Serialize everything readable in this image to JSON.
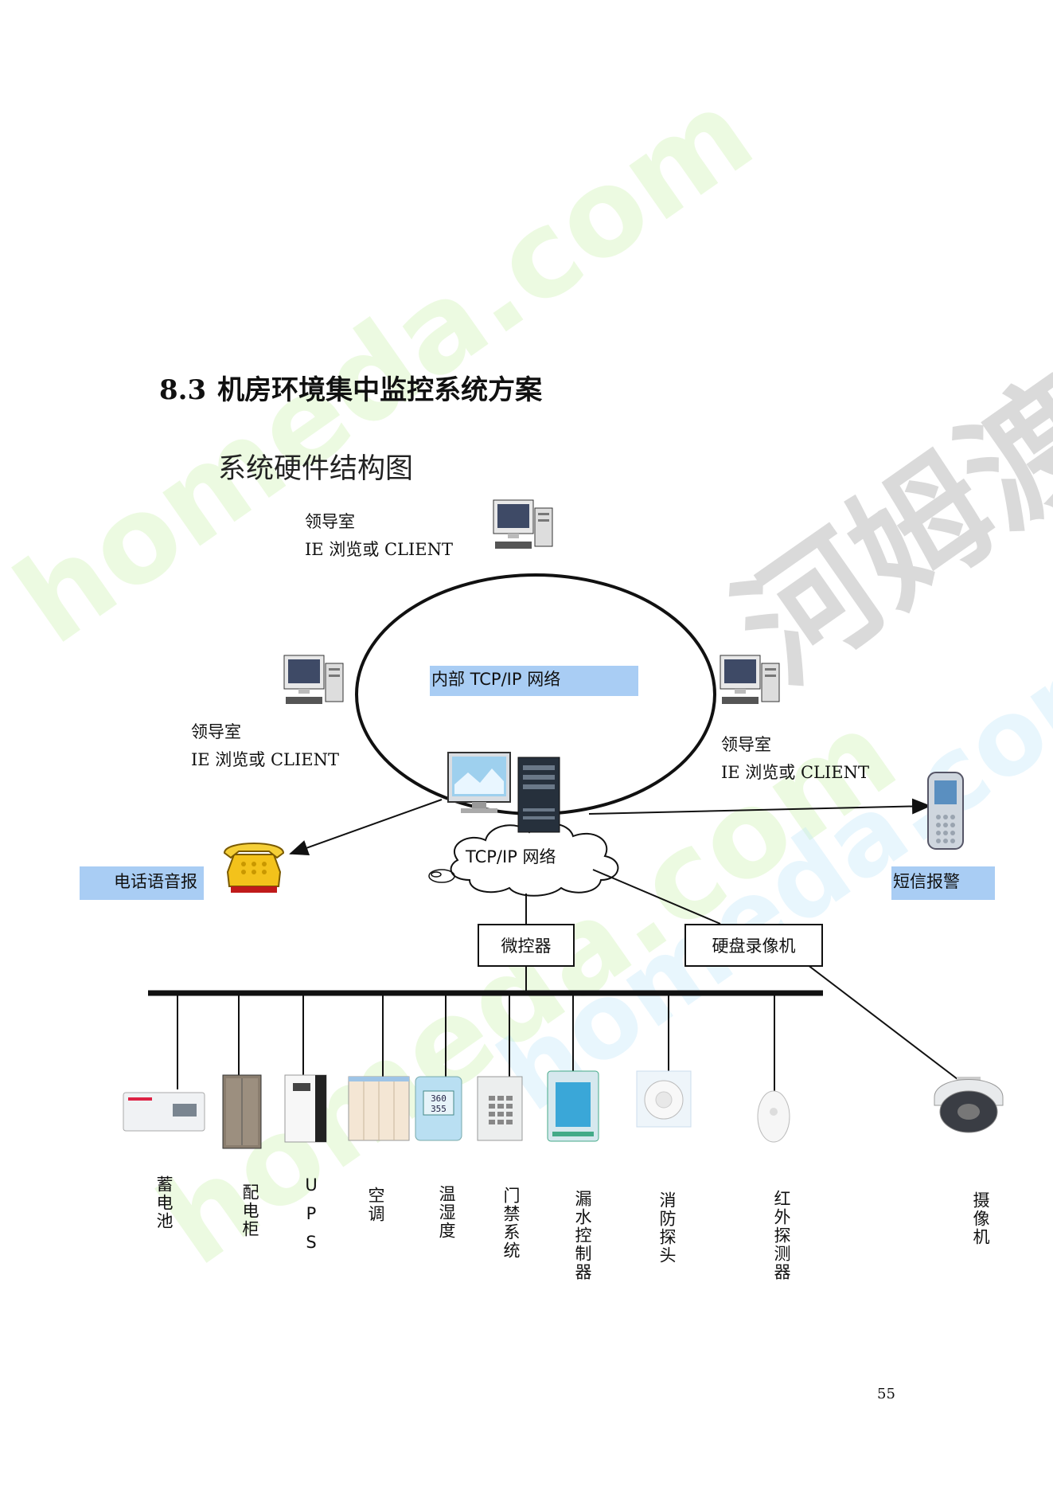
{
  "watermark": {
    "text_cn": "河姆渡",
    "text_en": "homeda.com"
  },
  "section": {
    "number": "8.3",
    "title": "机房环境集中监控系统方案"
  },
  "diagram": {
    "subtitle": "系统硬件结构图",
    "clients": [
      {
        "line1": "领导室",
        "line2": "IE 浏览或 CLIENT"
      },
      {
        "line1": "领导室",
        "line2": "IE 浏览或 CLIENT"
      },
      {
        "line1": "领导室",
        "line2": "IE 浏览或 CLIENT"
      }
    ],
    "internal_network": "内部 TCP/IP 网络",
    "tcpip_cloud": "TCP/IP 网络",
    "phone_alarm": "电话语音报",
    "sms_alarm": "短信报警",
    "microcontroller": "微控器",
    "dvr": "硬盘录像机",
    "devices": [
      "蓄电池",
      "配电柜",
      "UPS",
      "空调",
      "温湿度",
      "门禁系统",
      "漏水控制器",
      "消防探头",
      "红外探测器",
      "摄像机"
    ],
    "thermo_display": [
      "360",
      "355"
    ]
  },
  "page_number": "55"
}
